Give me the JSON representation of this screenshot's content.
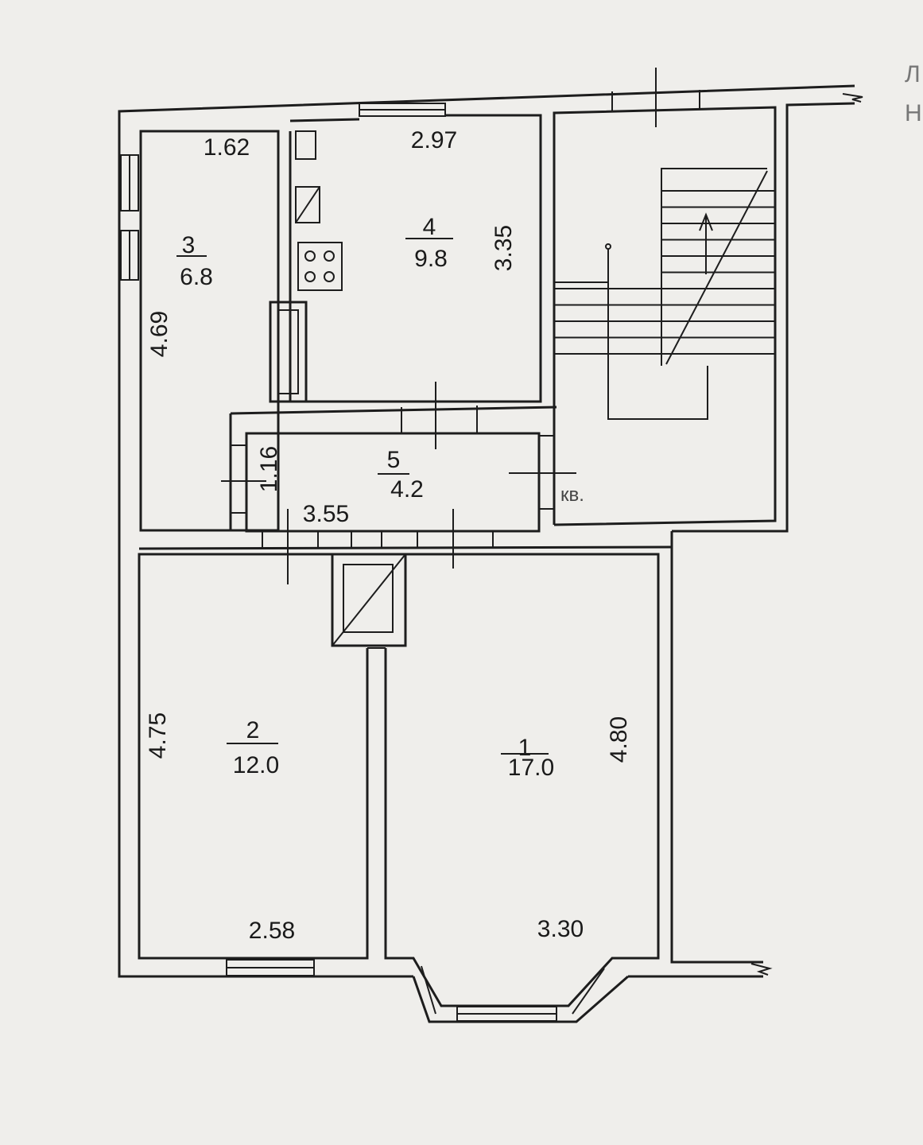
{
  "rooms": [
    {
      "number": "1",
      "area": "17.0",
      "dims": [
        "4.80",
        "3.30"
      ]
    },
    {
      "number": "2",
      "area": "12.0",
      "dims": [
        "4.75",
        "2.58"
      ]
    },
    {
      "number": "3",
      "area": "6.8",
      "dims": [
        "1.62",
        "4.69"
      ]
    },
    {
      "number": "4",
      "area": "9.8",
      "dims": [
        "2.97",
        "3.35"
      ]
    },
    {
      "number": "5",
      "area": "4.2",
      "dims": [
        "1.16",
        "3.55"
      ]
    }
  ],
  "labels": {
    "apartment_abbrev": "кв.",
    "margin_letters": [
      "Л",
      "Н"
    ]
  }
}
